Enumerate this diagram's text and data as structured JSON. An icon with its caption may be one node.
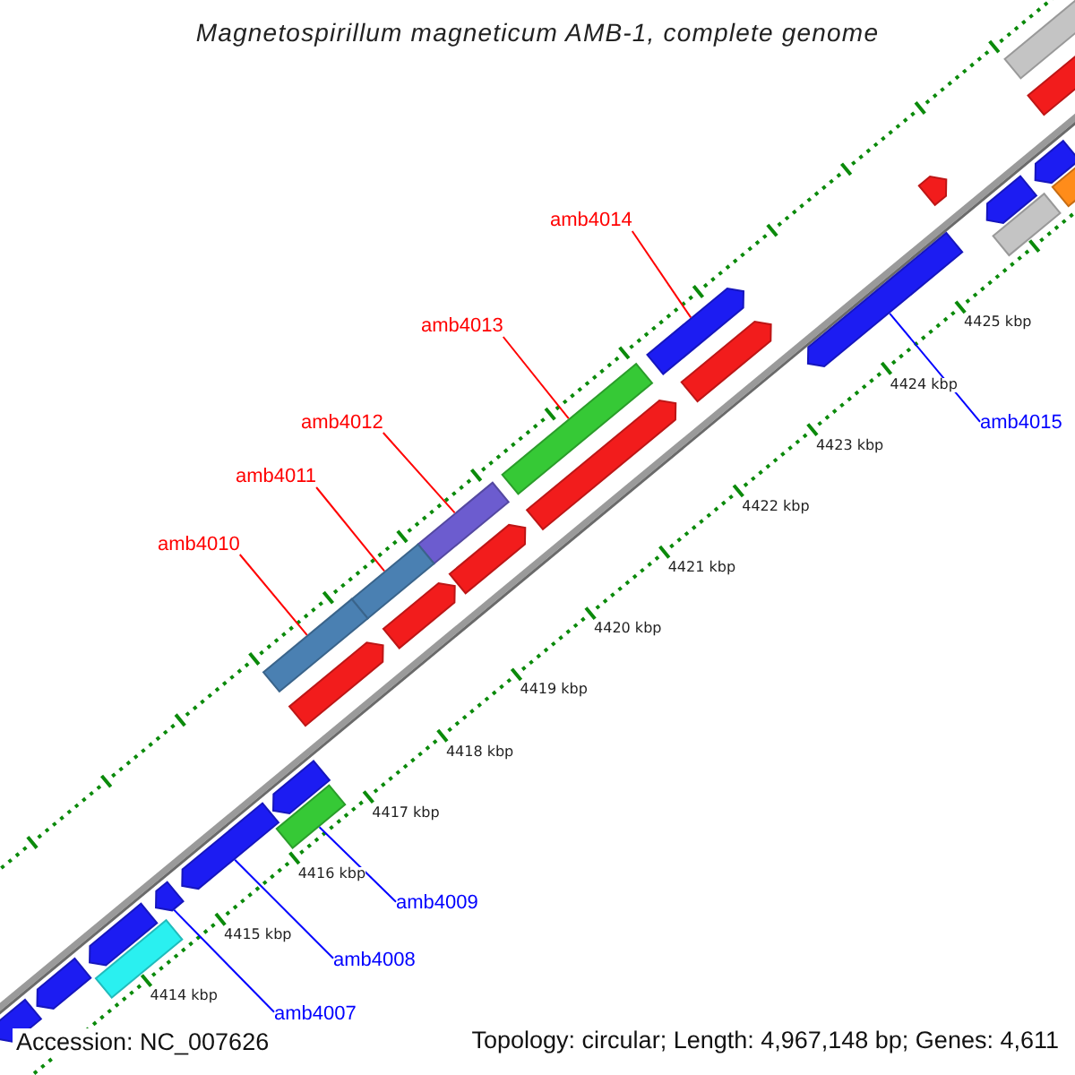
{
  "diagram": {
    "title": "Magnetospirillum magneticum AMB-1, complete genome",
    "nodes": [
      {
        "text": [
          "amb4014"
        ]
      },
      {
        "text": [
          "amb4013"
        ]
      },
      {
        "text": [
          "amb4012"
        ]
      },
      {
        "text": [
          "amb4011"
        ]
      },
      {
        "text": [
          "amb4010"
        ]
      },
      {
        "text": [
          "amb4015"
        ]
      },
      {
        "text": [
          "amb4009"
        ]
      },
      {
        "text": [
          "amb4008"
        ]
      },
      {
        "text": [
          "amb4007"
        ]
      },
      {
        "text": [],
        "shape": "bar"
      },
      {
        "text": [],
        "shape": "bar"
      },
      {
        "text": [],
        "shape": "bar"
      },
      {
        "text": [],
        "shape": "bar"
      },
      {
        "text": [],
        "shape": "bar"
      },
      {
        "text": [],
        "shape": "bar"
      },
      {
        "text": [],
        "shape": "bar"
      },
      {
        "text": [],
        "shape": "bar"
      },
      {
        "text": [],
        "shape": "bar"
      },
      {
        "text": [],
        "shape": "bar"
      },
      {
        "text": [],
        "shape": "bar"
      },
      {
        "text": [],
        "shape": "bar"
      },
      {
        "text": [],
        "shape": "bar"
      },
      {
        "text": [],
        "shape": "bar"
      },
      {
        "text": [],
        "shape": "bar"
      },
      {
        "text": [],
        "shape": "bar"
      },
      {
        "text": [],
        "shape": "bar"
      },
      {
        "text": [],
        "shape": "bar"
      },
      {
        "text": [],
        "shape": "bar"
      },
      {
        "text": [],
        "shape": "bar"
      },
      {
        "text": [],
        "shape": "bar"
      },
      {
        "text": [],
        "shape": "bar"
      },
      {
        "text": [],
        "shape": "bar"
      },
      {
        "text": [],
        "shape": "bar"
      },
      {
        "text": [],
        "shape": "bar"
      },
      {
        "text": [],
        "shape": "bar"
      }
    ],
    "edges": [
      {
        "from": 0,
        "to": 9,
        "arrow": "none"
      },
      {
        "from": 1,
        "to": 10,
        "arrow": "none"
      },
      {
        "from": 2,
        "to": 11,
        "arrow": "none"
      },
      {
        "from": 3,
        "to": 12,
        "arrow": "none"
      },
      {
        "from": 4,
        "to": 13,
        "arrow": "none"
      },
      {
        "from": 5,
        "to": 14,
        "arrow": "none",
        "color": "#0000ff"
      },
      {
        "from": 6,
        "to": 15,
        "arrow": "none",
        "color": "#0000ff"
      },
      {
        "from": 7,
        "to": 16,
        "arrow": "none",
        "color": "#0000ff"
      },
      {
        "from": 8,
        "to": 17,
        "arrow": "none",
        "color": "#0000ff"
      }
    ],
    "labels": [
      "4425 kbp",
      "4424 kbp",
      "4423 kbp",
      "4422 kbp",
      "4421 kbp",
      "4420 kbp",
      "4419 kbp",
      "4418 kbp",
      "4417 kbp",
      "4416 kbp",
      "4415 kbp",
      "4414 kbp",
      "Accession: NC_007626",
      "Topology: circular; Length: 4,967,148 bp; Genes: 4,611"
    ]
  }
}
